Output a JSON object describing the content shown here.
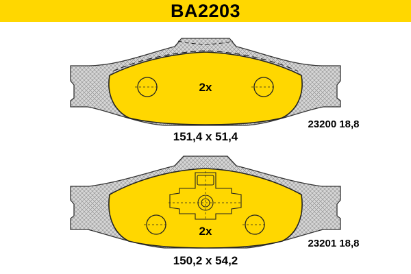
{
  "header": {
    "title": "BA2203"
  },
  "pads": [
    {
      "quantity": "2x",
      "dimensions": "151,4 x 51,4",
      "part_code": "23200 18,8"
    },
    {
      "quantity": "2x",
      "dimensions": "150,2 x 54,2",
      "part_code": "23201 18,8"
    }
  ],
  "colors": {
    "brand_yellow": "#ffd700",
    "friction_yellow": "#ffd700",
    "backing_plate": "#d4d4d4",
    "outline": "#333333"
  }
}
